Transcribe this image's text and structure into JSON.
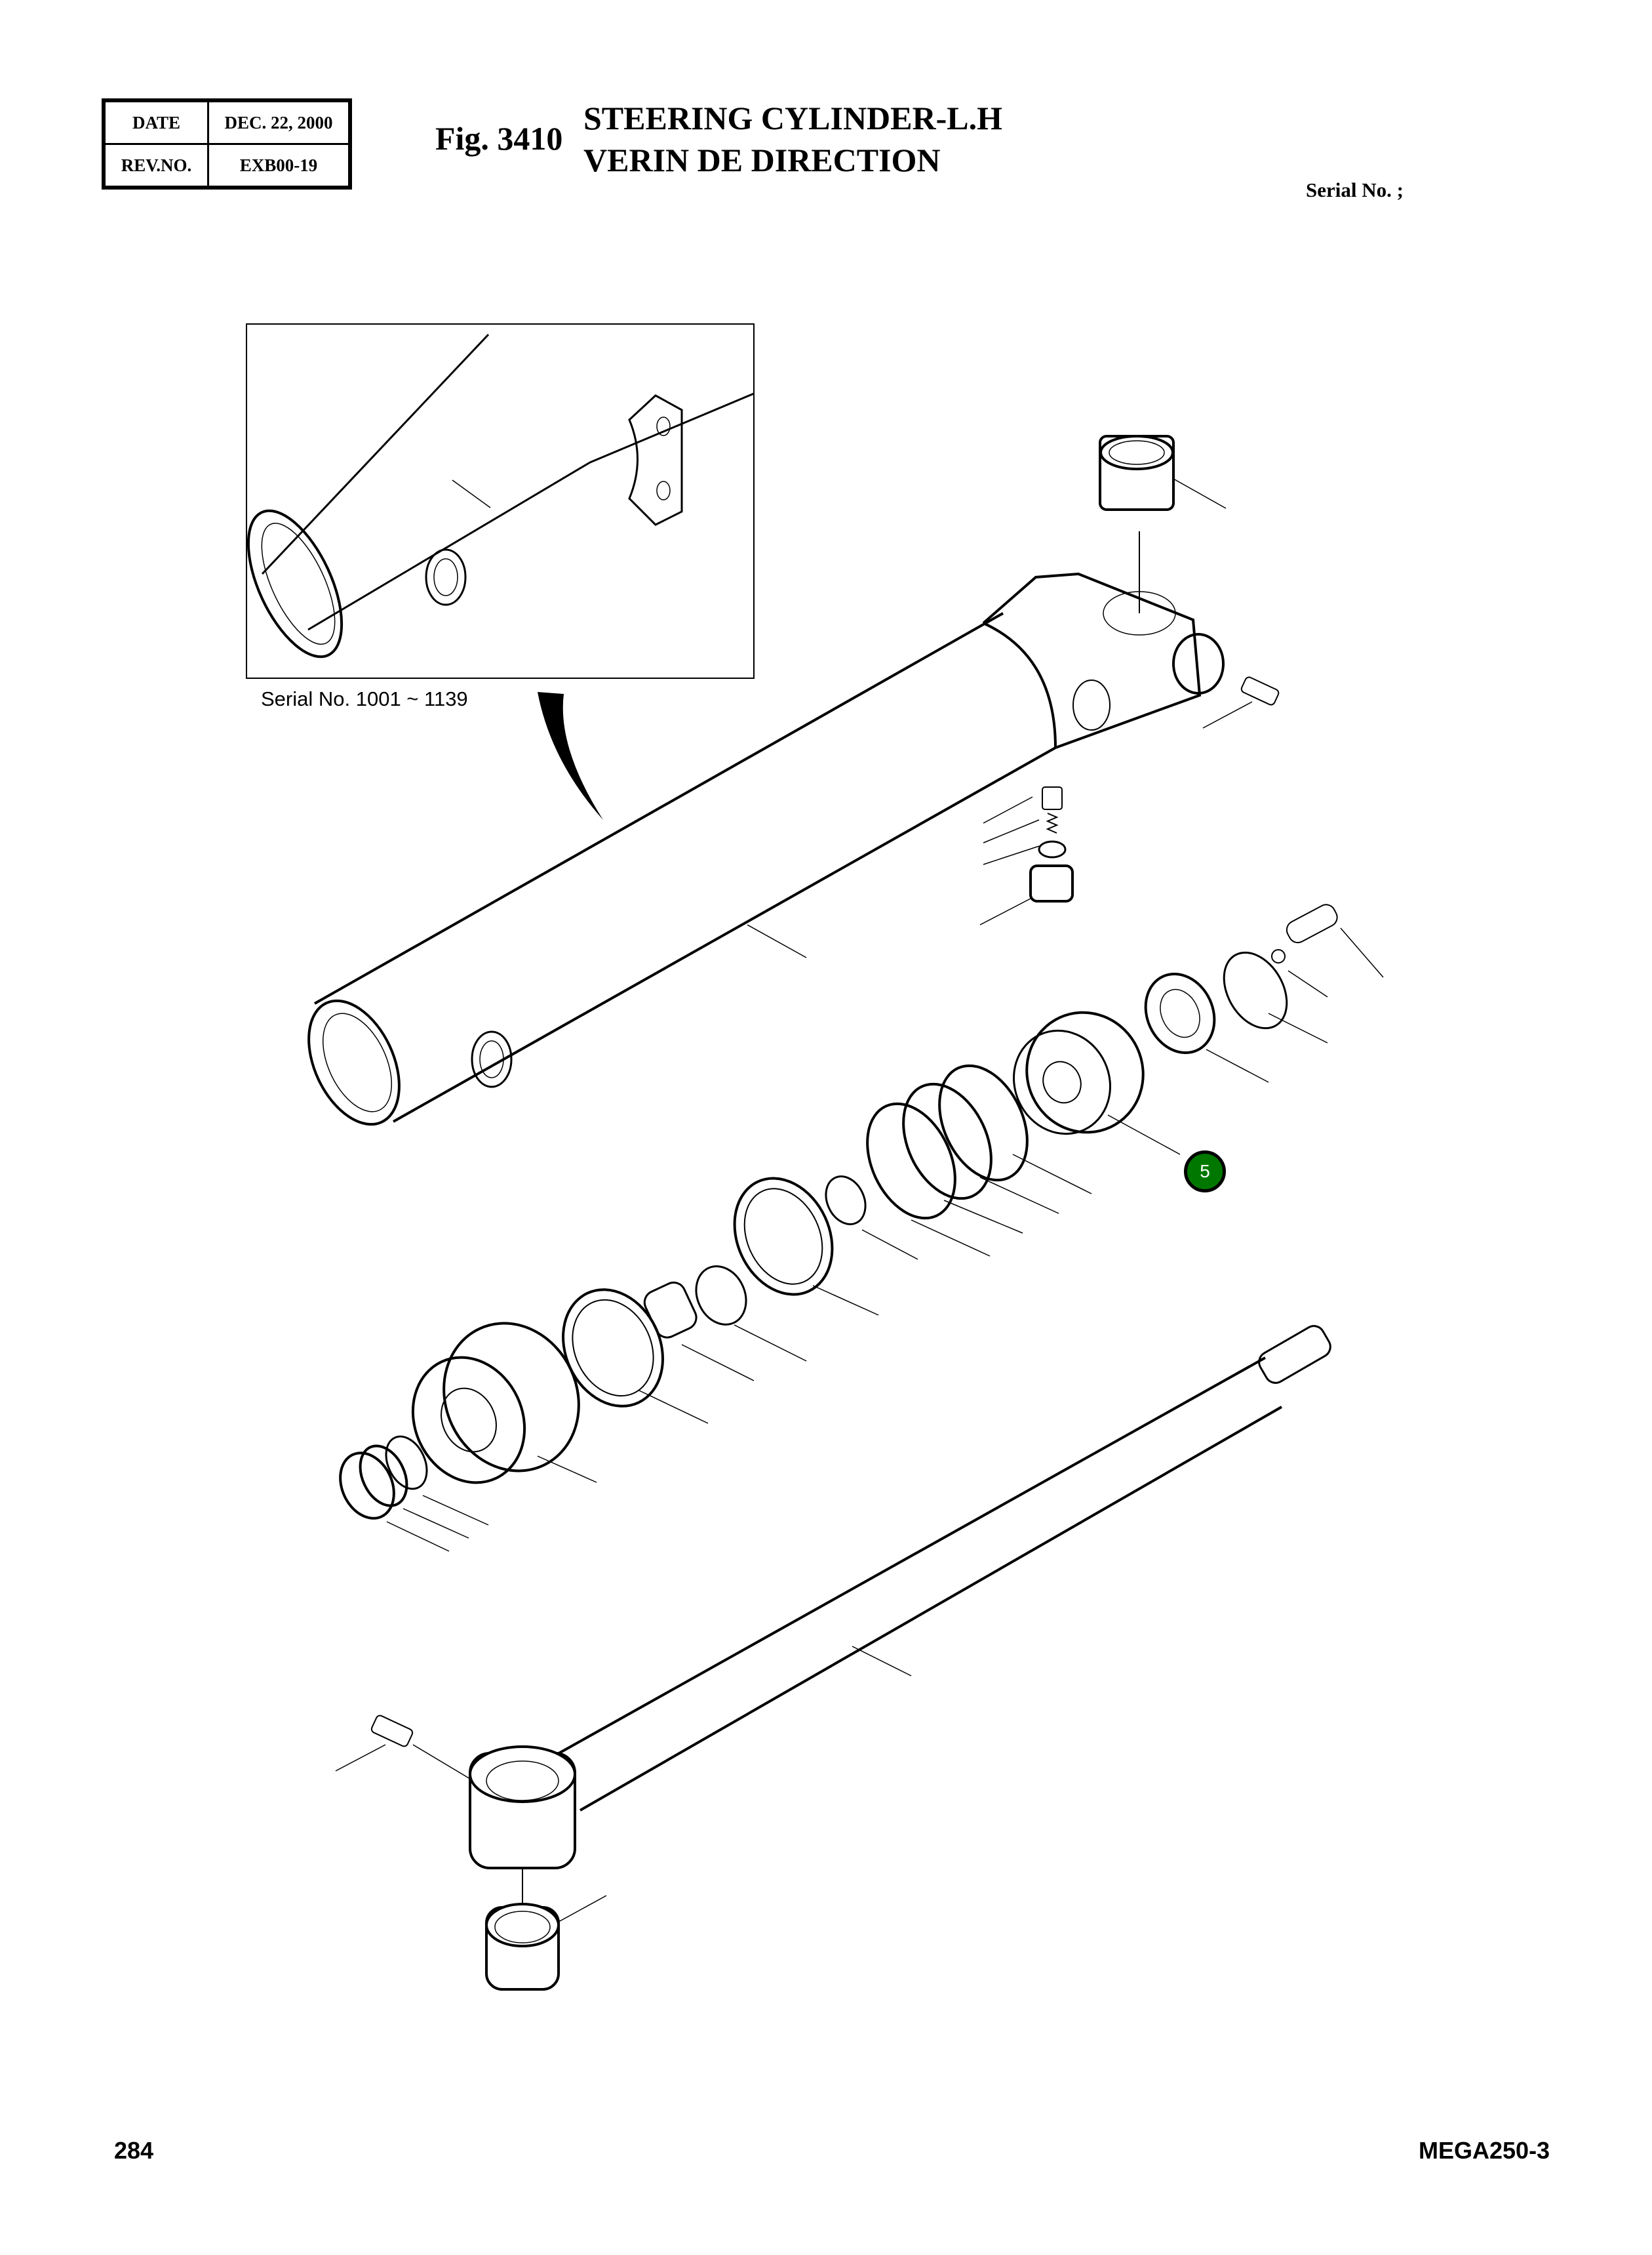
{
  "header": {
    "revision_table": {
      "date_label": "DATE",
      "date_value": "DEC. 22, 2000",
      "rev_label": "REV.NO.",
      "rev_value": "EXB00-19"
    },
    "figure_number": "Fig. 3410",
    "title_en": "STEERING CYLINDER-L.H",
    "title_fr": "VERIN DE DIRECTION",
    "serial_label": "Serial No. ;"
  },
  "drawing": {
    "inset_serial_label": "Serial No. 1001 ~ 1139",
    "callouts": [
      {
        "number": "5",
        "color": "#007800"
      }
    ],
    "parts_depicted": [
      "cylinder-tube",
      "pin-bushing-top",
      "grease-nipple-top",
      "check-valve-spring",
      "check-valve-plug",
      "pin",
      "snap-ring",
      "lock-nut",
      "piston",
      "piston-seals",
      "o-ring",
      "backup-ring",
      "wear-ring",
      "spacer",
      "retainer",
      "rod-cover",
      "rod-seals",
      "dust-wiper",
      "piston-rod",
      "grease-nipple-rod",
      "pin-bushing-rod"
    ]
  },
  "footer": {
    "page_number": "284",
    "model": "MEGA250-3"
  }
}
